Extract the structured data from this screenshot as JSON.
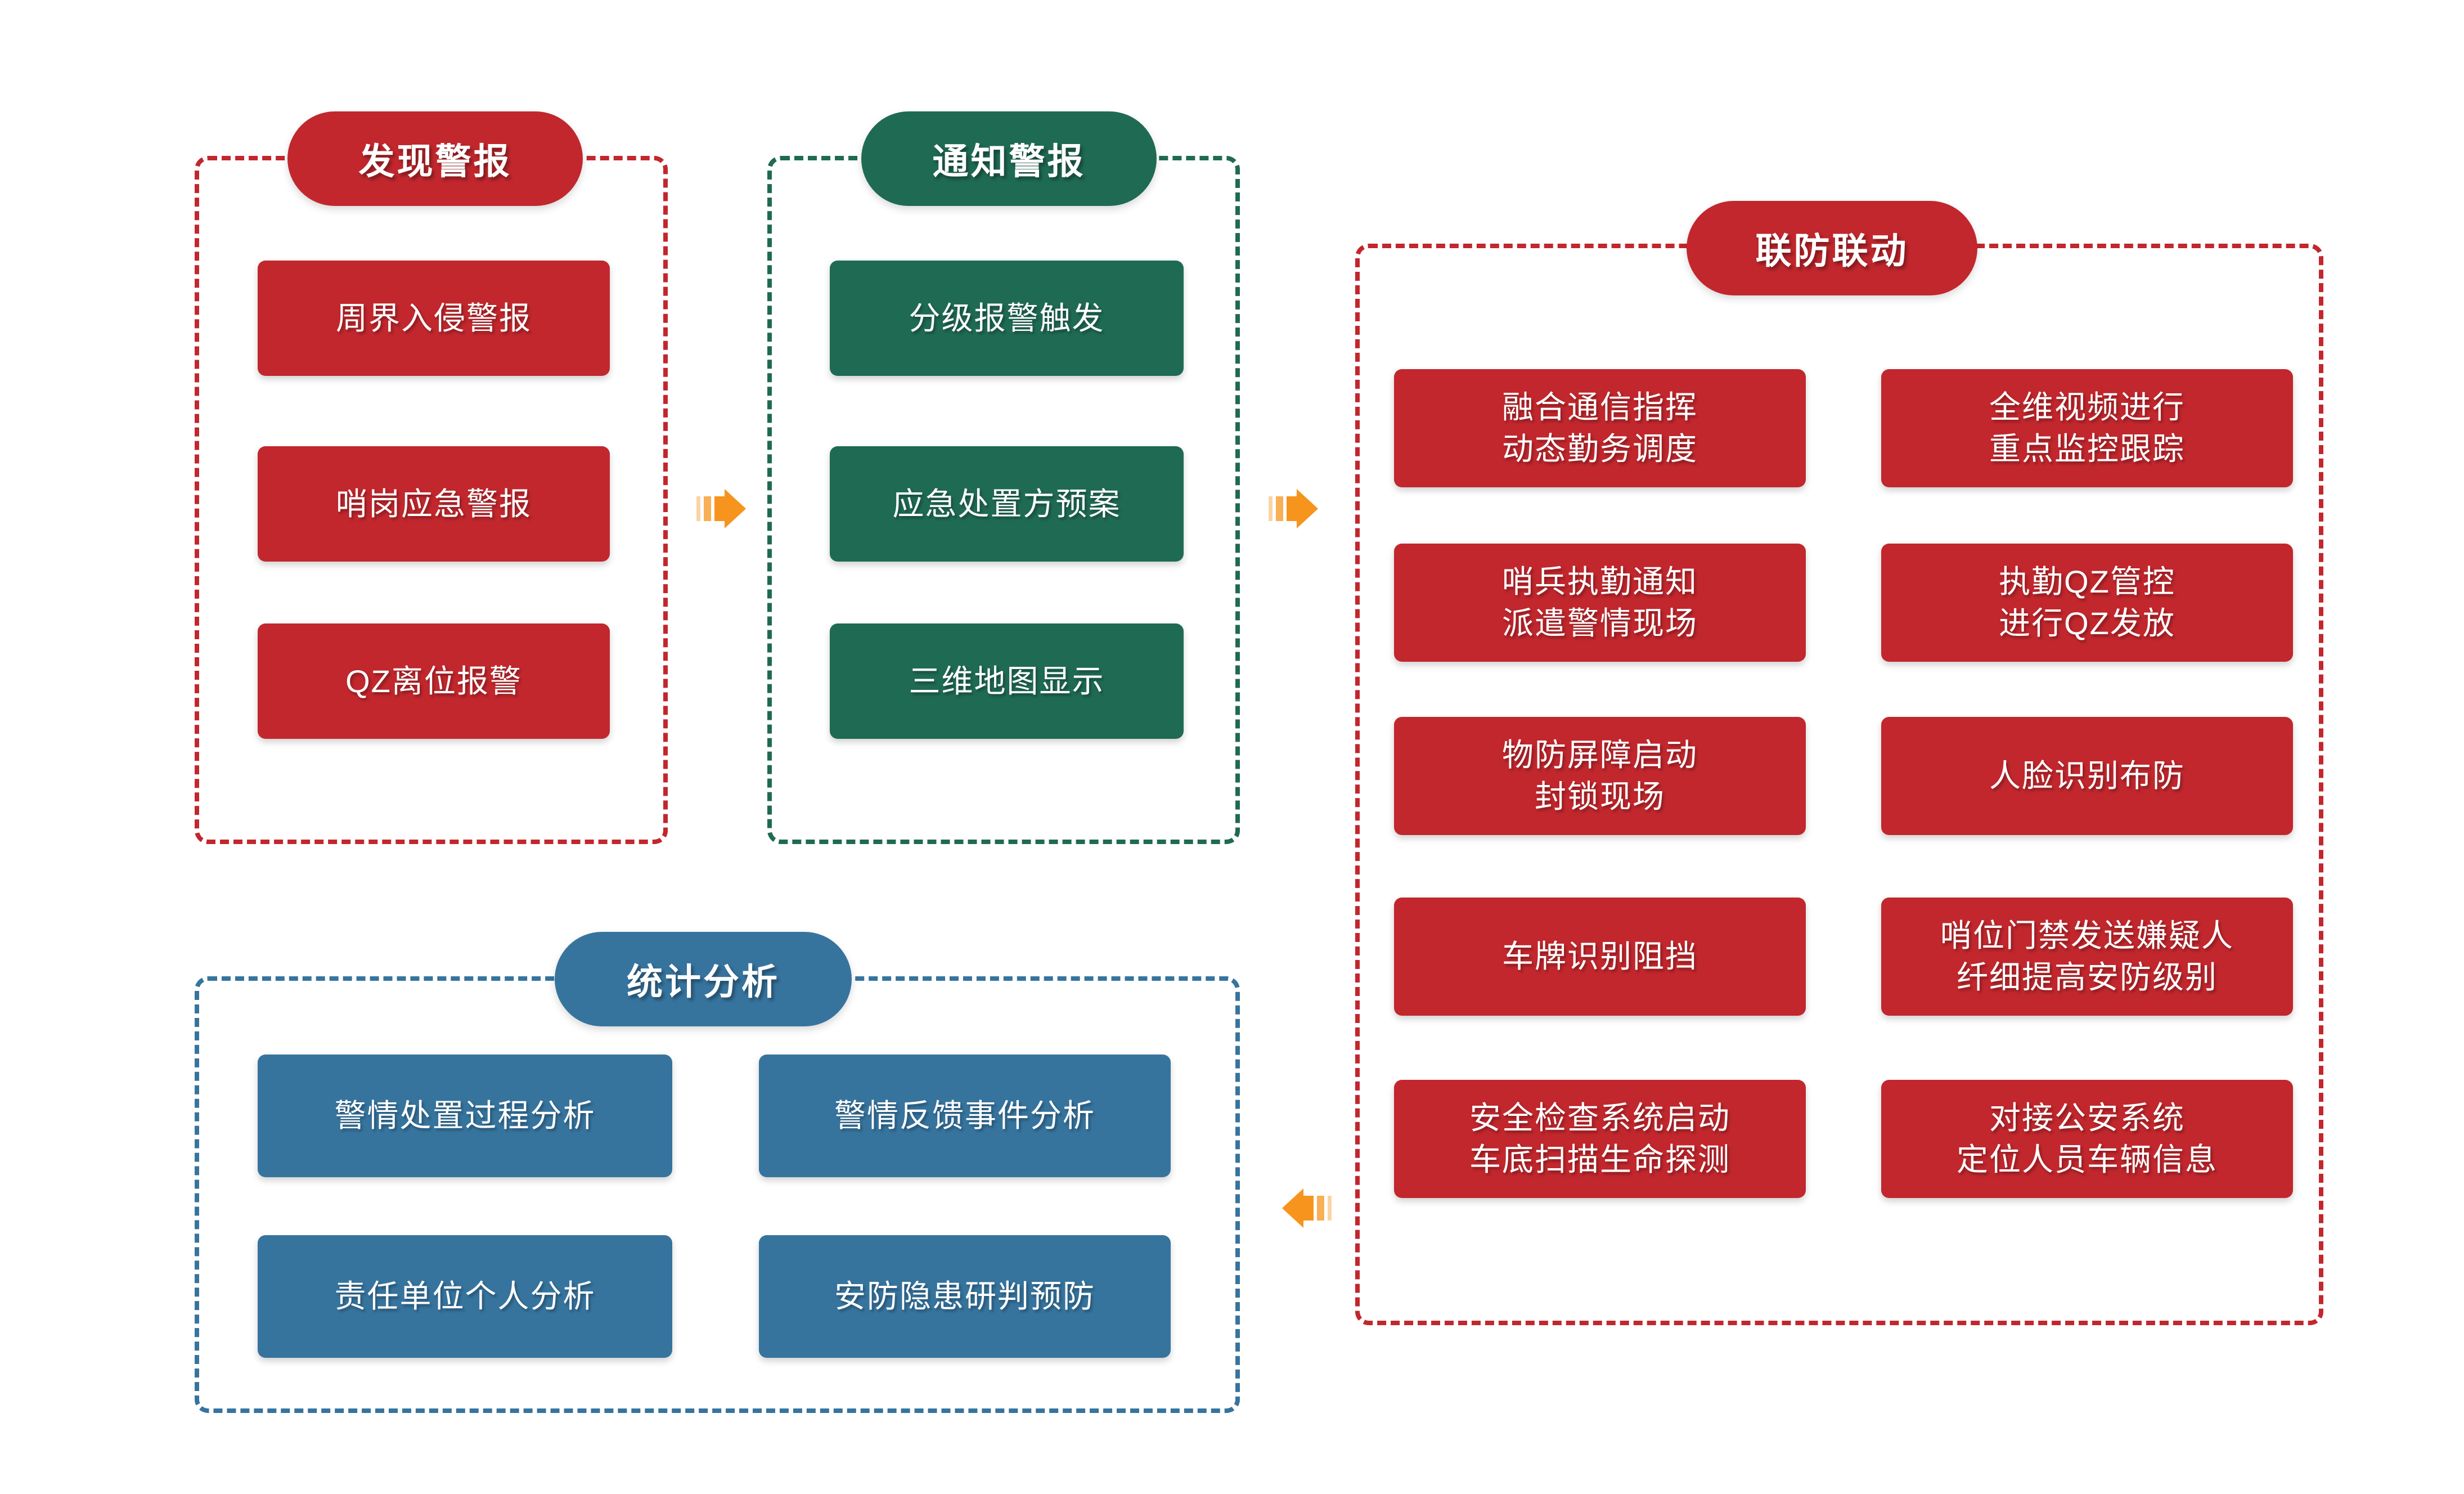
{
  "palette": {
    "red": "#C1272D",
    "green": "#1F6A53",
    "blue": "#36749E",
    "orange": "#F6941D"
  },
  "sections": {
    "discover": {
      "title": "发现警报",
      "items": [
        {
          "label": "周界入侵警报"
        },
        {
          "label": "哨岗应急警报"
        },
        {
          "label": "QZ离位报警"
        }
      ]
    },
    "notify": {
      "title": "通知警报",
      "items": [
        {
          "label": "分级报警触发"
        },
        {
          "label": "应急处置方预案"
        },
        {
          "label": "三维地图显示"
        }
      ]
    },
    "linkage": {
      "title": "联防联动",
      "left": [
        {
          "label": "融合通信指挥\n动态勤务调度"
        },
        {
          "label": "哨兵执勤通知\n派遣警情现场"
        },
        {
          "label": "物防屏障启动\n封锁现场"
        },
        {
          "label": "车牌识别阻挡"
        },
        {
          "label": "安全检查系统启动\n车底扫描生命探测"
        }
      ],
      "right": [
        {
          "label": "全维视频进行\n重点监控跟踪"
        },
        {
          "label": "执勤QZ管控\n进行QZ发放"
        },
        {
          "label": "人脸识别布防"
        },
        {
          "label": "哨位门禁发送嫌疑人\n纤细提高安防级别"
        },
        {
          "label": "对接公安系统\n定位人员车辆信息"
        }
      ]
    },
    "stats": {
      "title": "统计分析",
      "items": [
        {
          "label": "警情处置过程分析"
        },
        {
          "label": "警情反馈事件分析"
        },
        {
          "label": "责任单位个人分析"
        },
        {
          "label": "安防隐患研判预防"
        }
      ]
    }
  },
  "flow": [
    {
      "from": "发现警报",
      "to": "通知警报",
      "direction": "right"
    },
    {
      "from": "通知警报",
      "to": "联防联动",
      "direction": "right"
    },
    {
      "from": "联防联动",
      "to": "统计分析",
      "direction": "left"
    }
  ]
}
